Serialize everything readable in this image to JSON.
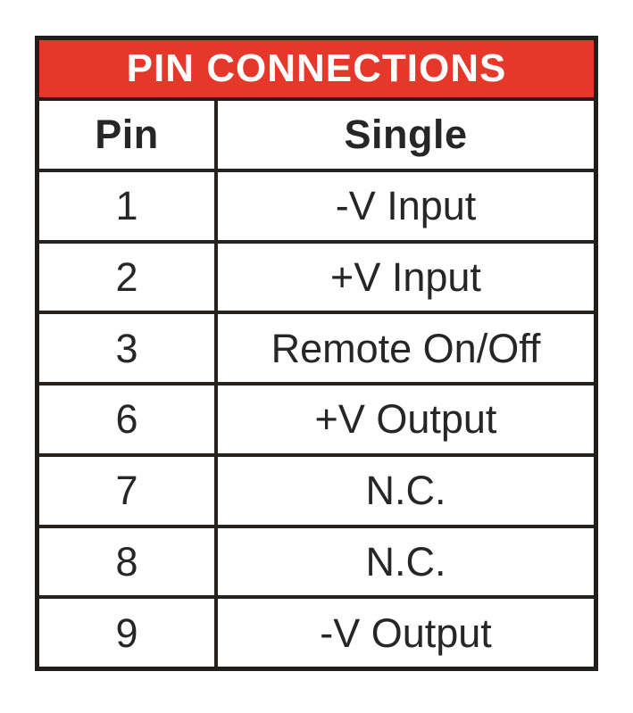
{
  "table": {
    "title": "PIN CONNECTIONS",
    "columns": {
      "pin": "Pin",
      "single": "Single"
    },
    "rows": [
      {
        "pin": "1",
        "single": "-V Input"
      },
      {
        "pin": "2",
        "single": "+V Input"
      },
      {
        "pin": "3",
        "single": "Remote On/Off"
      },
      {
        "pin": "6",
        "single": "+V Output"
      },
      {
        "pin": "7",
        "single": "N.C."
      },
      {
        "pin": "8",
        "single": "N.C."
      },
      {
        "pin": "9",
        "single": "-V Output"
      }
    ],
    "colors": {
      "header_bg": "#e5382b",
      "header_text": "#ffffff",
      "border": "#221e1c",
      "cell_text": "#262626",
      "cell_bg": "#ffffff"
    }
  }
}
